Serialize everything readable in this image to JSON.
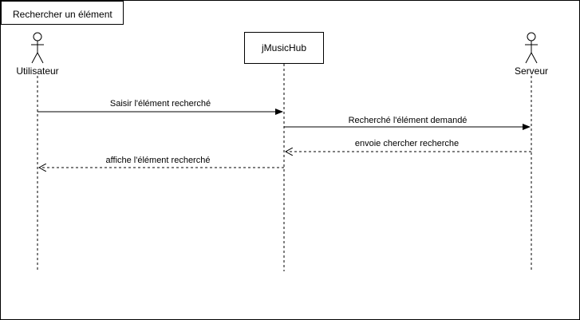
{
  "frame": {
    "title": "Rechercher un élément"
  },
  "participants": {
    "user": {
      "label": "Utilisateur",
      "kind": "actor"
    },
    "system": {
      "label": "jMusicHub",
      "kind": "object"
    },
    "server": {
      "label": "Serveur",
      "kind": "actor"
    }
  },
  "messages": [
    {
      "label": "Saisir l'élément recherché",
      "from": "user",
      "to": "system",
      "style": "sync"
    },
    {
      "label": "Recherché l'élément demandé",
      "from": "system",
      "to": "server",
      "style": "sync"
    },
    {
      "label": "envoie chercher recherche",
      "from": "server",
      "to": "system",
      "style": "return"
    },
    {
      "label": "affiche l'élément recherché",
      "from": "system",
      "to": "user",
      "style": "return"
    }
  ]
}
